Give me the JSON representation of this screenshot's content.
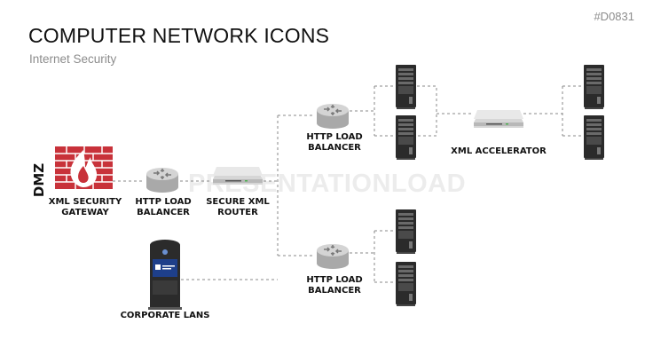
{
  "header": {
    "title": "COMPUTER NETWORK ICONS",
    "subtitle": "Internet Security",
    "code": "#D0831"
  },
  "watermark": "PRESENTATIONLOAD",
  "zone_label": "DMZ",
  "nodes": {
    "firewall": {
      "line1": "XML SECURITY",
      "line2": "GATEWAY",
      "icon": "firewall-icon"
    },
    "lb_left": {
      "line1": "HTTP LOAD",
      "line2": "BALANCER",
      "icon": "router-icon"
    },
    "xml_router": {
      "line1": "SECURE XML",
      "line2": "ROUTER",
      "icon": "switch-icon"
    },
    "corporate": {
      "line1": "CORPORATE LANS",
      "icon": "kiosk-icon"
    },
    "lb_top": {
      "line1": "HTTP LOAD",
      "line2": "BALANCER",
      "icon": "router-icon"
    },
    "lb_bottom": {
      "line1": "HTTP LOAD",
      "line2": "BALANCER",
      "icon": "router-icon"
    },
    "accelerator": {
      "line1": "XML ACCELERATOR",
      "icon": "switch-icon"
    },
    "servers": {
      "icon": "server-tower-icon"
    }
  },
  "colors": {
    "firewall": "#c8323a",
    "device_gray": "#bdbdbd",
    "server_dark": "#2b2b2b",
    "kiosk_screen": "#1e3f8a",
    "link": "#8a8a8a"
  }
}
